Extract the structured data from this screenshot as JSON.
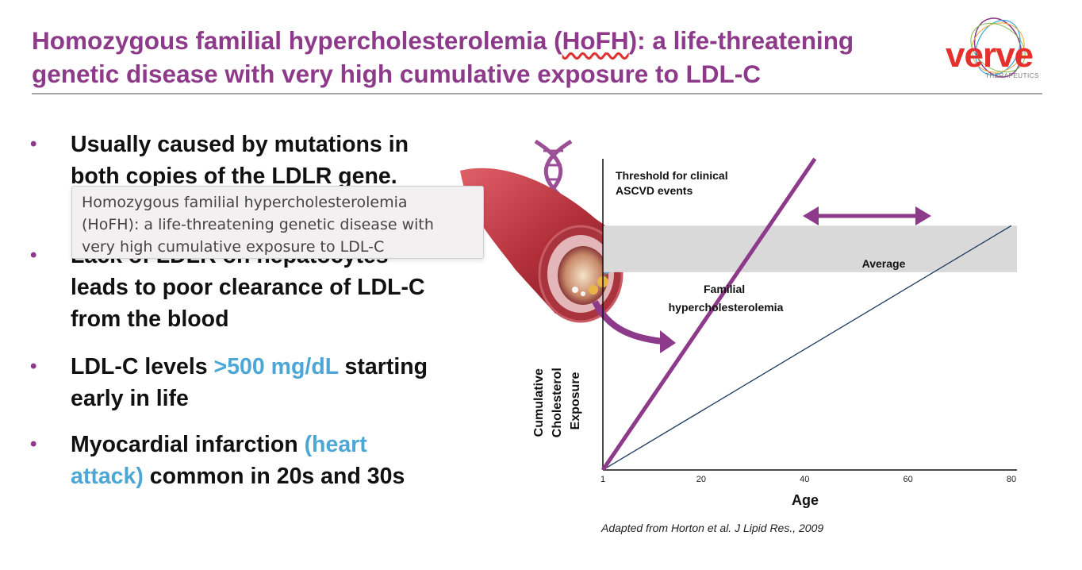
{
  "title": {
    "line1_pre": "Homozygous familial hypercholesterolemia (",
    "line1_acronym": "HoFH",
    "line1_post": "): a life-threatening",
    "line2": "genetic disease with very high cumulative exposure to LDL-C"
  },
  "logo": {
    "wordmark": "verve",
    "subtitle": "THERAPEUTICS"
  },
  "bullets": [
    {
      "line1": "Usually caused by mutations in",
      "line2": "both copies of the LDLR gene."
    },
    {
      "line1": "Lack of LDLR on hepatocytes",
      "line2": "leads to poor clearance of LDL-C",
      "line3": "from the blood"
    },
    {
      "pre": "LDL-C levels ",
      "highlight": ">500 mg/dL",
      "post": " starting",
      "line2": "early in life"
    },
    {
      "line1_pre": "Myocardial infarction ",
      "line1_highlight": "(heart",
      "line2_highlight": "attack)",
      "line2_post": " common in 20s and 30s"
    }
  ],
  "tooltip": {
    "line1": "Homozygous familial hypercholesterolemia",
    "line2": "(HoFH): a life-threatening genetic disease with",
    "line3": "very high cumulative exposure to LDL-C"
  },
  "chart_data": {
    "type": "line",
    "xlabel": "Age",
    "ylabel_lines": [
      "Cumulative",
      "Cholesterol",
      "Exposure"
    ],
    "x_ticks": [
      1,
      20,
      40,
      60,
      80
    ],
    "xlim": [
      1,
      80
    ],
    "threshold_label_lines": [
      "Threshold for clinical",
      "ASCVD events"
    ],
    "series": [
      {
        "name": "Familial hypercholesterolemia",
        "name_lines": [
          "Familial",
          "hypercholesterolemia"
        ],
        "x": [
          1,
          42
        ],
        "y": [
          0,
          1.07
        ],
        "color": "#8e3a8a"
      },
      {
        "name": "Average",
        "x": [
          1,
          80
        ],
        "y": [
          0,
          0.84
        ],
        "color": "#1e3a5f"
      }
    ],
    "threshold_band": [
      0.68,
      0.84
    ],
    "ylim": [
      0,
      1.07
    ],
    "grid": false,
    "legend": "none"
  },
  "caption": "Adapted from Horton et al. J Lipid Res., 2009",
  "colors": {
    "brand_purple": "#8e3a8a",
    "highlight_blue": "#4da7d6",
    "logo_red": "#e5302c",
    "threshold_band": "#d9d9d9",
    "artery": "#b2303a"
  }
}
